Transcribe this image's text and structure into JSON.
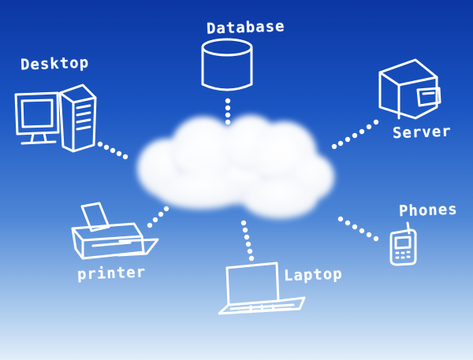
{
  "diagram": {
    "colors": {
      "sky_top": "#0b36a3",
      "sky_bottom": "#e2eef9",
      "ink": "#ffffff"
    },
    "hub": {
      "icon": "cloud-icon"
    },
    "nodes": [
      {
        "id": "database",
        "label": "Database",
        "icon": "database-icon"
      },
      {
        "id": "desktop",
        "label": "Desktop",
        "icon": "desktop-icon"
      },
      {
        "id": "server",
        "label": "Server",
        "icon": "server-icon"
      },
      {
        "id": "phones",
        "label": "Phones",
        "icon": "phone-icon"
      },
      {
        "id": "printer",
        "label": "printer",
        "icon": "printer-icon"
      },
      {
        "id": "laptop",
        "label": "Laptop",
        "icon": "laptop-icon"
      }
    ]
  }
}
